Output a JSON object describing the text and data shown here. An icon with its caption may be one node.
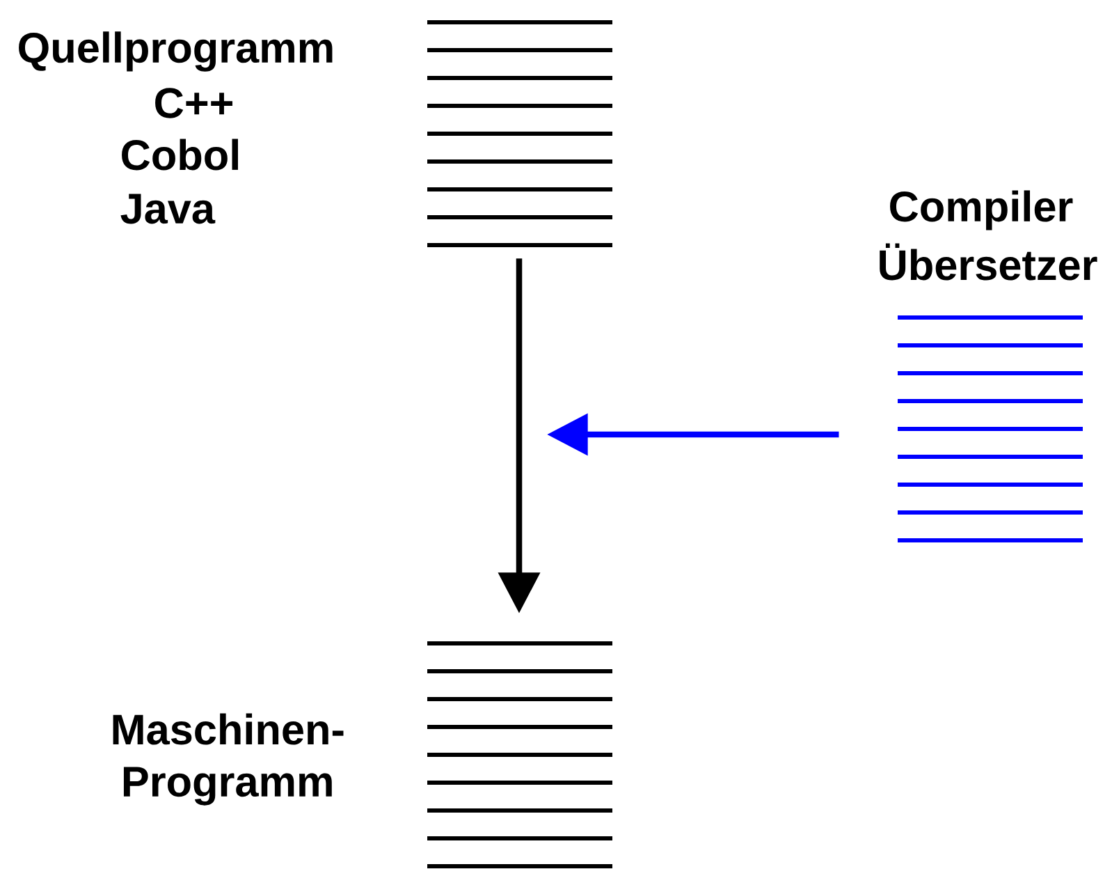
{
  "diagram": {
    "nodes": [
      {
        "text": [],
        "shape": "box",
        "beside": [
          "Quellprogramm",
          "C++",
          "Cobol",
          "Java"
        ]
      },
      {
        "text": [],
        "shape": "box",
        "beside": [
          "Maschinen- Programm"
        ]
      },
      {
        "text": [],
        "shape": "box",
        "beside": [
          "Compiler",
          "Übersetzer"
        ]
      }
    ],
    "edges": [
      {
        "from": 0,
        "to": 1,
        "arrow": "to"
      },
      {
        "from": 2,
        "to": null,
        "arrow": "to",
        "color": "#0000ff"
      }
    ]
  }
}
